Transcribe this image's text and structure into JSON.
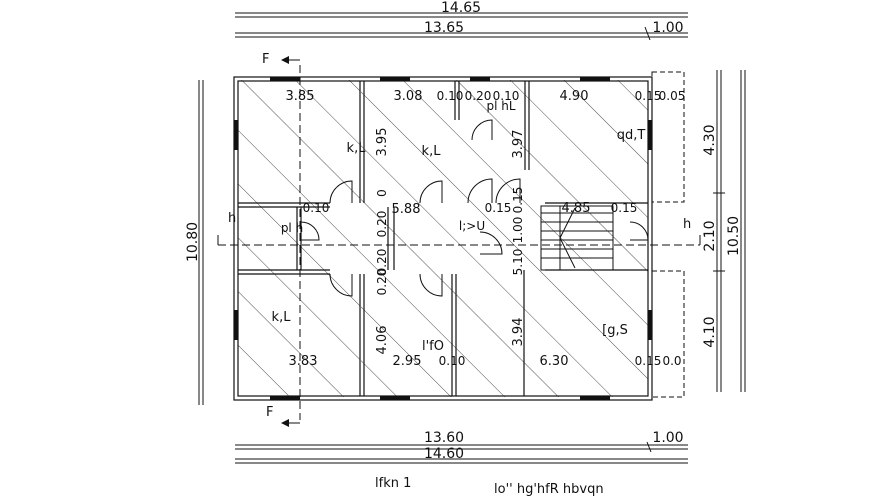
{
  "dimensions": {
    "top_total": "14.65",
    "top_main": "13.65",
    "top_extra": "1.00",
    "bottom_main": "13.60",
    "bottom_extra": "1.00",
    "bottom_total": "14.60",
    "left_total": "10.80",
    "right_a": "4.30",
    "right_b": "2.10",
    "right_c": "4.10",
    "right_total": "10.50"
  },
  "section_marks": {
    "top": "F",
    "bottom": "F",
    "left": "h",
    "right": "h"
  },
  "room_labels": [
    "3.85",
    "3.08",
    "0.10",
    "0.20",
    "0.10",
    "4.90",
    "0.15",
    "0.05",
    "pl hL",
    "k,L",
    "k,L",
    "qd,T",
    "3.95",
    "3.97",
    "0.10",
    "pl h",
    "0.20",
    "0",
    "5.88",
    "l;>U",
    "0.15",
    "4.85",
    "0.15",
    "1.00",
    "5.10",
    "0.20",
    "0.15",
    "0.20",
    "k,L",
    "4.06",
    "l'fO",
    "3.94",
    "[g,S",
    "3.83",
    "2.95",
    "0.10",
    "6.30",
    "0.15",
    "0.0"
  ],
  "caption": {
    "left": "lfkn 1",
    "right": "lo'' hg'hfR hbvqn"
  }
}
